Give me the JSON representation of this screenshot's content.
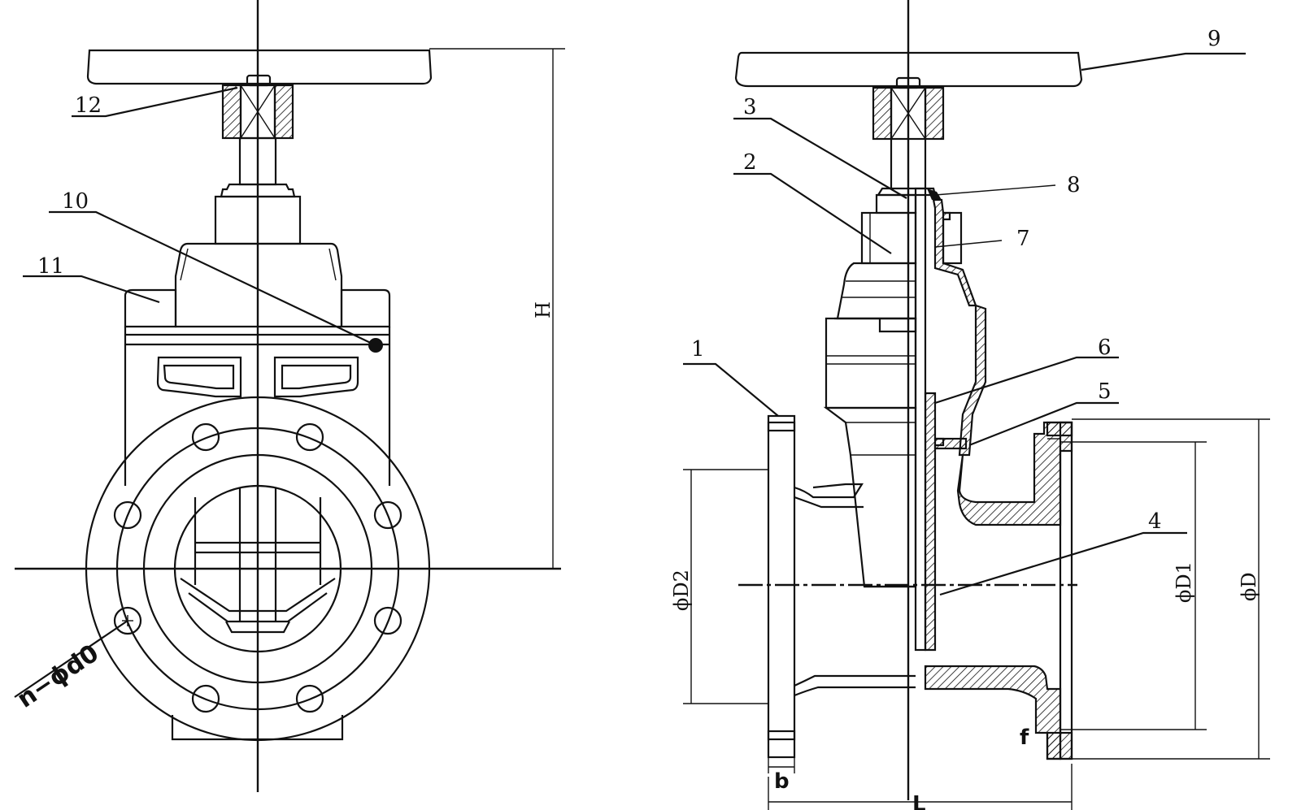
{
  "callouts": {
    "c1": "1",
    "c2": "2",
    "c3": "3",
    "c4": "4",
    "c5": "5",
    "c6": "6",
    "c7": "7",
    "c8": "8",
    "c9": "9",
    "c10": "10",
    "c11": "11",
    "c12": "12"
  },
  "dimensions": {
    "height": "H",
    "length": "L",
    "flange_thickness": "b",
    "raised_face": "f",
    "outer_diameter": "ϕD",
    "bolt_circle": "ϕD1",
    "raised_face_diameter": "ϕD2",
    "bolt_holes": "n−ϕd0"
  }
}
